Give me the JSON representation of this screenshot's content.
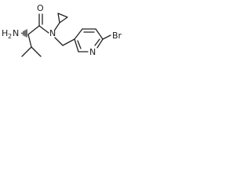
{
  "molecule": {
    "atoms": {
      "amine": "H",
      "amine_sub": "2",
      "amine_N": "N",
      "carbonyl_O": "O",
      "amide_N": "N",
      "pyridine_N": "N",
      "bromine": "Br"
    },
    "colors": {
      "ink": "#222222",
      "background": "#ffffff"
    }
  }
}
